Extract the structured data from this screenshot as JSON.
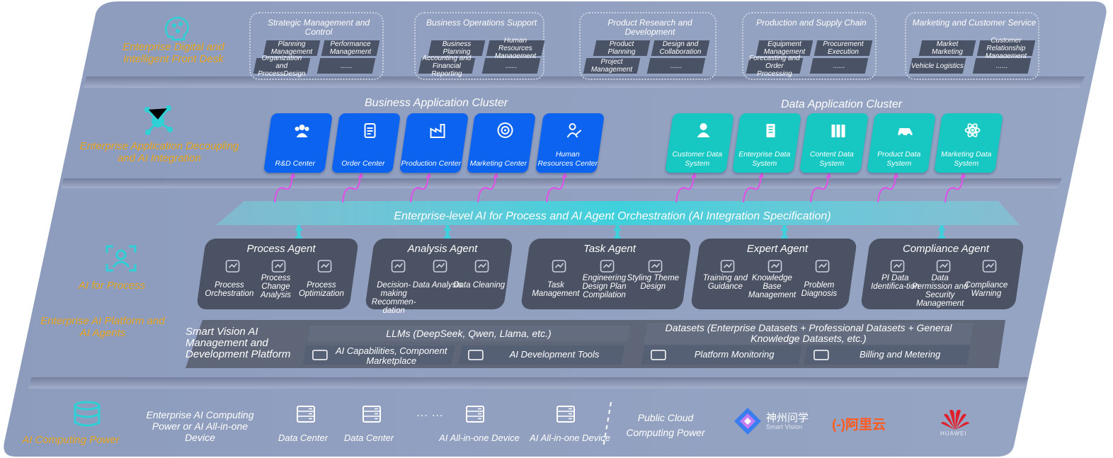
{
  "layers": {
    "front_desk": "Enterprise Digital and Intelligent Front Desk",
    "app_decoupling": "Enterprise Application Decoupling and AI Integration",
    "ai_for_process": "AI for Process",
    "ai_platform": "Enterprise AI Platform and AI Agents",
    "computing": "AI Computing Power"
  },
  "front_desk": [
    {
      "title": "Strategic Management and Control",
      "items": [
        "Planning Management",
        "Performance Management",
        "Organization and ProcessDesign",
        "......"
      ]
    },
    {
      "title": "Business Operations Support",
      "items": [
        "Business Planning",
        "Human Resources Management",
        "Accounting and Financial Reporting",
        "......"
      ]
    },
    {
      "title": "Product Research and Development",
      "items": [
        "Product Planning",
        "Design and Collaboration",
        "Project Management",
        "......"
      ]
    },
    {
      "title": "Production and Supply Chain",
      "items": [
        "Equipment Management",
        "Procurement Execution",
        "Forecasting and Order Processing",
        "......"
      ]
    },
    {
      "title": "Marketing and Customer Service",
      "items": [
        "Market Marketing",
        "Customer Relationship Management",
        "Vehicle Logistics",
        "......"
      ]
    }
  ],
  "business_cluster": {
    "title": "Business Application Cluster",
    "cards": [
      {
        "label": "R&D Center",
        "icon": "team-icon"
      },
      {
        "label": "Order Center",
        "icon": "clipboard-icon"
      },
      {
        "label": "Production Center",
        "icon": "factory-icon"
      },
      {
        "label": "Marketing Center",
        "icon": "target-icon"
      },
      {
        "label": "Human Resources Center",
        "icon": "people-icon"
      }
    ]
  },
  "data_cluster": {
    "title": "Data Application Cluster",
    "cards": [
      {
        "label": "Customer Data System",
        "icon": "user-icon"
      },
      {
        "label": "Enterprise Data System",
        "icon": "building-icon"
      },
      {
        "label": "Content Data System",
        "icon": "books-icon"
      },
      {
        "label": "Product Data System",
        "icon": "car-icon"
      },
      {
        "label": "Marketing Data System",
        "icon": "atom-icon"
      }
    ]
  },
  "orchestration": "Enterprise-level AI for Process and AI Agent Orchestration (AI Integration Specification)",
  "agents": [
    {
      "title": "Process Agent",
      "items": [
        "Process Orchestration",
        "Process Change Analysis",
        "Process Optimization"
      ]
    },
    {
      "title": "Analysis Agent",
      "items": [
        "Decision-making Recommen-dation",
        "Data Analysis",
        "Data Cleaning"
      ]
    },
    {
      "title": "Task Agent",
      "items": [
        "Task Management",
        "Engineering Design Plan Compilation",
        "Styling Theme Design"
      ]
    },
    {
      "title": "Expert Agent",
      "items": [
        "Training and Guidance",
        "Knowledge Base Management",
        "Problem Diagnosis"
      ]
    },
    {
      "title": "Compliance Agent",
      "items": [
        "PI Data Identifica-tion",
        "Data Permission and Security Management",
        "Compliance Warning"
      ]
    }
  ],
  "platform": {
    "title": "Smart Vision AI Management and Development Platform",
    "llms": "LLMs (DeepSeek, Qwen, Llama, etc.)",
    "datasets": "Datasets (Enterprise Datasets + Professional Datasets + General Knowledge Datasets, etc.)",
    "tools": [
      "AI Capabilities, Component Marketplace",
      "AI Development Tools",
      "Platform Monitoring",
      "Billing and Metering"
    ]
  },
  "computing": {
    "enterprise": "Enterprise AI Computing Power or AI All-in-one Device",
    "devices": [
      "Data Center",
      "Data Center",
      "AI All-in-one Device",
      "AI All-in-one Device"
    ],
    "ellipsis": "... ...",
    "public": "Public Cloud Computing Power",
    "logos": [
      "神州问学",
      "Smart Vision",
      "阿里云",
      "HUAWEI"
    ]
  },
  "colors": {
    "panel": "#8f9dbd",
    "dark_box": "#4b5263",
    "blue_card": "#0b63f0",
    "teal_card": "#17c7c2",
    "gold": "#e8a51d",
    "magenta": "#e04fe8"
  }
}
